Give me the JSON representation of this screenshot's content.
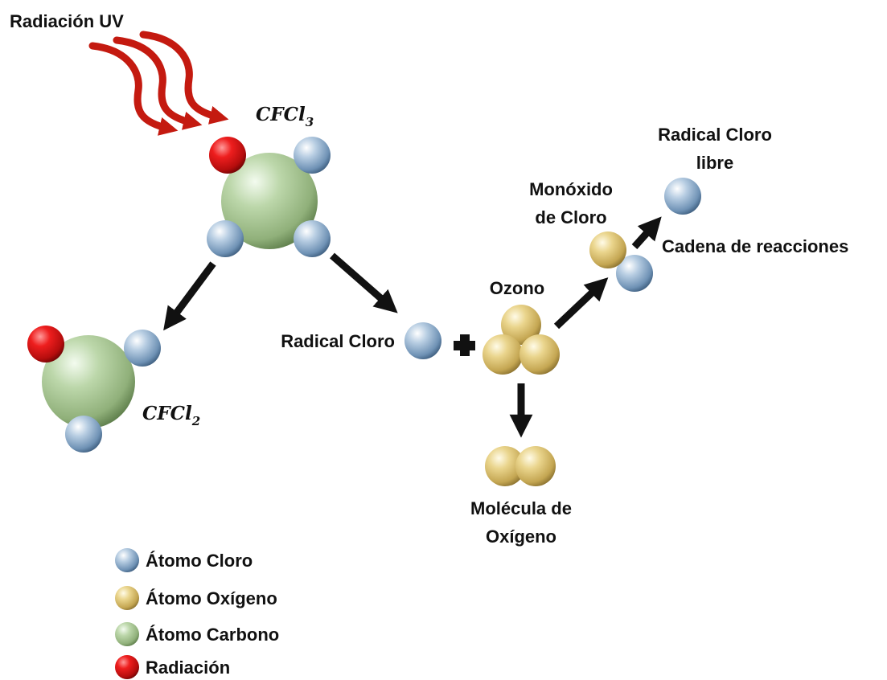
{
  "colors": {
    "chlorine": "#8fb0cf",
    "oxygen": "#d9c27a",
    "carbon": "#a9c795",
    "radiation": "#d61414",
    "uv_wave": "#c41a10",
    "arrow": "#111111"
  },
  "labels": {
    "uv_radiation": "Radiación UV",
    "cfcl3_base": "CFCl",
    "cfcl3_sub": "3",
    "cfcl2_base": "CFCl",
    "cfcl2_sub": "2",
    "chlorine_radical": "Radical Cloro",
    "ozone": "Ozono",
    "chlorine_monoxide_line1": "Monóxido",
    "chlorine_monoxide_line2": "de Cloro",
    "free_chlorine_line1": "Radical Cloro",
    "free_chlorine_line2": "libre",
    "reaction_chain": "Cadena de reacciones",
    "oxygen_molecule_line1": "Molécula de",
    "oxygen_molecule_line2": "Oxígeno"
  },
  "legend": [
    {
      "label": "Átomo Cloro",
      "color": "chlorine"
    },
    {
      "label": "Átomo Oxígeno",
      "color": "oxygen"
    },
    {
      "label": "Átomo Carbono",
      "color": "carbon"
    },
    {
      "label": "Radiación",
      "color": "radiation"
    }
  ]
}
